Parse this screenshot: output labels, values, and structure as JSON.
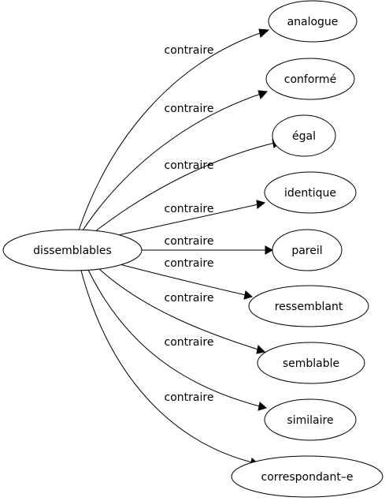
{
  "graph": {
    "source": {
      "label": "dissemblables"
    },
    "edges": [
      {
        "label": "contraire",
        "target": "analogue"
      },
      {
        "label": "contraire",
        "target": "conformé"
      },
      {
        "label": "contraire",
        "target": "égal"
      },
      {
        "label": "contraire",
        "target": "identique"
      },
      {
        "label": "contraire",
        "target": "pareil"
      },
      {
        "label": "contraire",
        "target": "ressemblant"
      },
      {
        "label": "contraire",
        "target": "semblable"
      },
      {
        "label": "contraire",
        "target": "similaire"
      },
      {
        "label": "contraire",
        "target": "correspondant–e"
      }
    ]
  }
}
